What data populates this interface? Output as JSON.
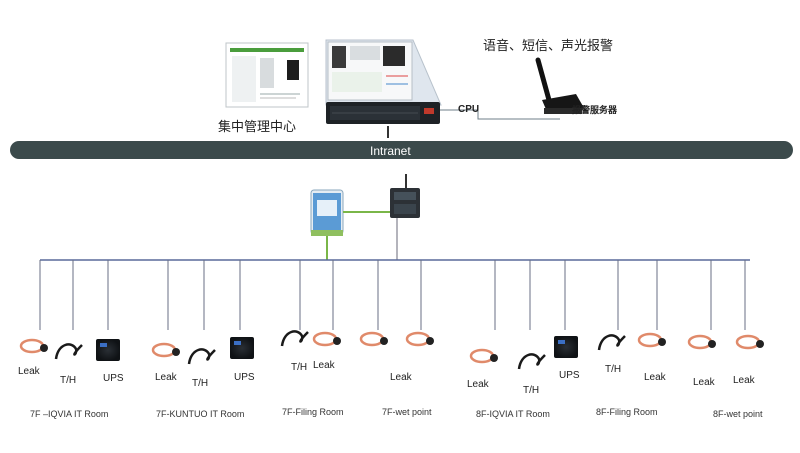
{
  "top": {
    "alarm_channels": "语音、短信、声光报警",
    "management_center": "集中管理中心",
    "cpu_label": "CPU",
    "alarm_server": "报警服务器",
    "intranet": "Intranet"
  },
  "devices": [
    {
      "label": "Leak"
    },
    {
      "label": "T/H"
    },
    {
      "label": "UPS"
    },
    {
      "label": "Leak"
    },
    {
      "label": "T/H"
    },
    {
      "label": "UPS"
    },
    {
      "label": "T/H"
    },
    {
      "label": "Leak"
    },
    {
      "label": "Leak"
    },
    {
      "label": "Leak"
    },
    {
      "label": "T/H"
    },
    {
      "label": "UPS"
    },
    {
      "label": "T/H"
    },
    {
      "label": "Leak"
    },
    {
      "label": "Leak"
    },
    {
      "label": "Leak"
    }
  ],
  "rooms": [
    "7F –IQVIA IT Room",
    "7F-KUNTUO IT Room",
    "7F-Filing Room",
    "7F-wet point",
    "8F-IQVIA IT Room",
    "8F-Filing Room",
    "8F-wet point"
  ]
}
